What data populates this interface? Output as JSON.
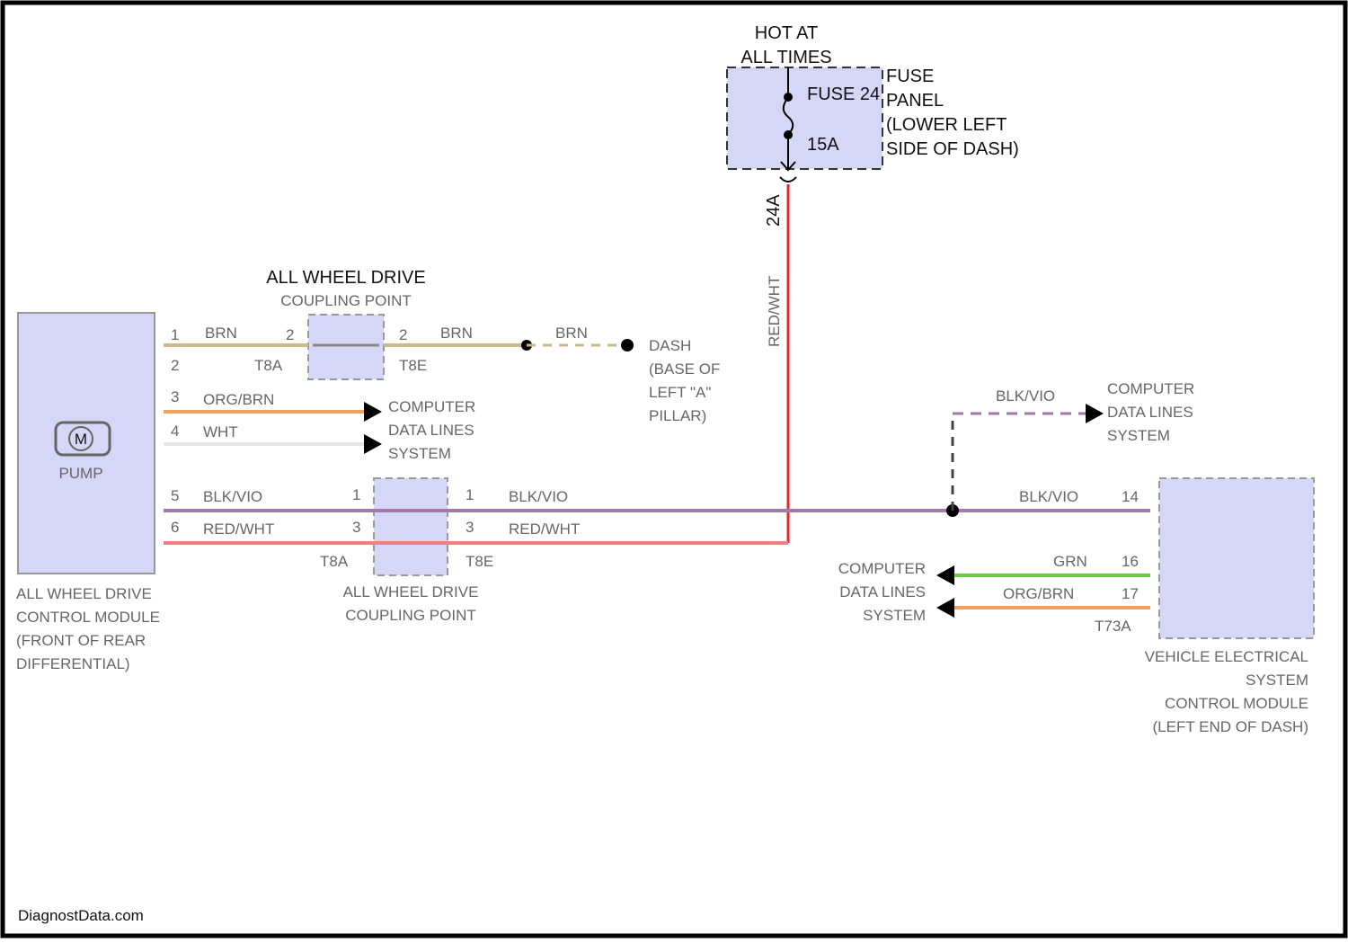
{
  "fuse": {
    "hot_line1": "HOT AT",
    "hot_line2": "ALL TIMES",
    "name": "FUSE 24",
    "rating": "15A",
    "panel_label_lines": [
      "FUSE",
      "PANEL",
      "(LOWER LEFT",
      "SIDE OF DASH)"
    ],
    "circuit_id": "24A",
    "wire_color_label": "RED/WHT"
  },
  "pump_module": {
    "motor_symbol": "M",
    "motor_label": "PUMP",
    "label_lines": [
      "ALL WHEEL DRIVE",
      "CONTROL MODULE",
      "(FRONT OF REAR",
      "DIFFERENTIAL)"
    ],
    "pins": [
      "1",
      "2",
      "3",
      "4",
      "5",
      "6"
    ],
    "pin_wire_labels": [
      "BRN",
      "",
      "ORG/BRN",
      "WHT",
      "BLK/VIO",
      "RED/WHT"
    ]
  },
  "top_coupling": {
    "label_lines": [
      "ALL WHEEL DRIVE",
      "COUPLING POINT"
    ],
    "left_connector": "T8A",
    "right_connector": "T8E",
    "left_pin": "2",
    "right_pin": "2",
    "out_wire": "BRN",
    "dash_wire": "BRN"
  },
  "ground": {
    "label_lines": [
      "DASH",
      "(BASE OF",
      "LEFT \"A\"",
      "PILLAR)"
    ]
  },
  "data_lines_left": {
    "label_lines": [
      "COMPUTER",
      "DATA LINES",
      "SYSTEM"
    ]
  },
  "bottom_coupling": {
    "label_lines": [
      "ALL WHEEL DRIVE",
      "COUPLING POINT"
    ],
    "left_connector": "T8A",
    "right_connector": "T8E",
    "left_pins": [
      "1",
      "3"
    ],
    "right_pins": [
      "1",
      "3"
    ],
    "wire_labels": [
      "BLK/VIO",
      "RED/WHT"
    ]
  },
  "data_lines_top_right": {
    "wire": "BLK/VIO",
    "label_lines": [
      "COMPUTER",
      "DATA LINES",
      "SYSTEM"
    ]
  },
  "data_lines_bottom_right": {
    "label_lines": [
      "COMPUTER",
      "DATA LINES",
      "SYSTEM"
    ]
  },
  "vesc_module": {
    "label_lines": [
      "VEHICLE ELECTRICAL",
      "SYSTEM",
      "CONTROL MODULE",
      "(LEFT END OF DASH)"
    ],
    "connector": "T73A",
    "pins": [
      "14",
      "16",
      "17"
    ],
    "wire_labels": [
      "BLK/VIO",
      "GRN",
      "ORG/BRN"
    ]
  },
  "watermark": "DiagnostData.com",
  "colors": {
    "module_fill": "#d6d6f7",
    "red_wire": "#e2262b",
    "red_wht_wire": "#f08080",
    "brown_wire": "#c9b98c",
    "orange_brown_wire": "#f0a060",
    "white_wire": "#e6e6e6",
    "blk_vio_wire": "#a07aa8",
    "green_wire": "#66cc44"
  }
}
